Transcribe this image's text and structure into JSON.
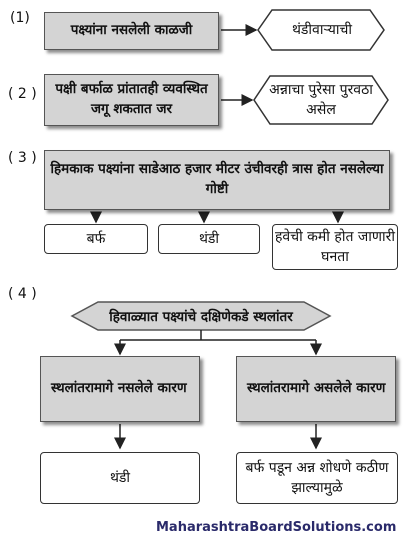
{
  "items": {
    "n1": "(1)",
    "n2": "( 2 )",
    "n3": "( 3 )",
    "n4": "( 4 )"
  },
  "q1": {
    "left": "पक्ष्यांना नसलेली काळजी",
    "right": "थंडीवाऱ्याची"
  },
  "q2": {
    "left": "पक्षी बर्फाळ प्रांतातही व्यवस्थित जगू शकतात जर",
    "right": "अन्नाचा पुरेसा पुरवठा असेल"
  },
  "q3": {
    "top": "हिमकाक पक्ष्यांना साडेआठ हजार मीटर उंचीवरही त्रास होत नसलेल्या गोष्टी",
    "a": "बर्फ",
    "b": "थंडी",
    "c": "हवेची कमी होत जाणारी घनता"
  },
  "q4": {
    "top": "हिवाळ्यात पक्ष्यांचे दक्षिणेकडे स्थलांतर",
    "leftHead": "स्थलांतरामागे नसलेले कारण",
    "rightHead": "स्थलांतरामागे असलेले कारण",
    "leftAns": "थंडी",
    "rightAns": "बर्फ पडून अन्न शोधणे कठीण झाल्यामुळे"
  },
  "watermark": "MaharashtraBoardSolutions.com"
}
